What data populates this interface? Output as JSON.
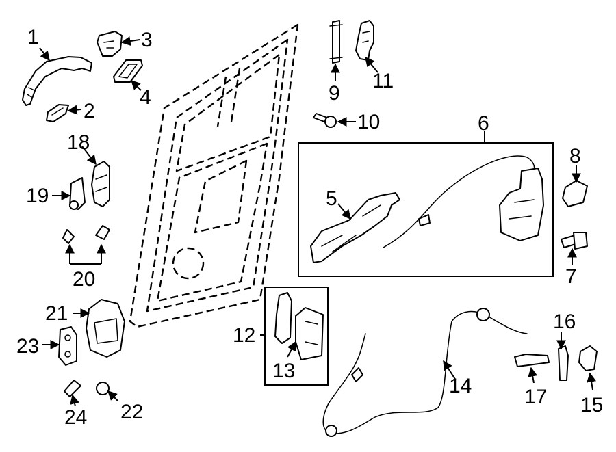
{
  "callouts": [
    "1",
    "2",
    "3",
    "4",
    "5",
    "6",
    "7",
    "8",
    "9",
    "10",
    "11",
    "12",
    "13",
    "14",
    "15",
    "16",
    "17",
    "18",
    "19",
    "20",
    "21",
    "22",
    "23",
    "24"
  ],
  "colors": {
    "line": "#000000",
    "background": "#ffffff"
  }
}
